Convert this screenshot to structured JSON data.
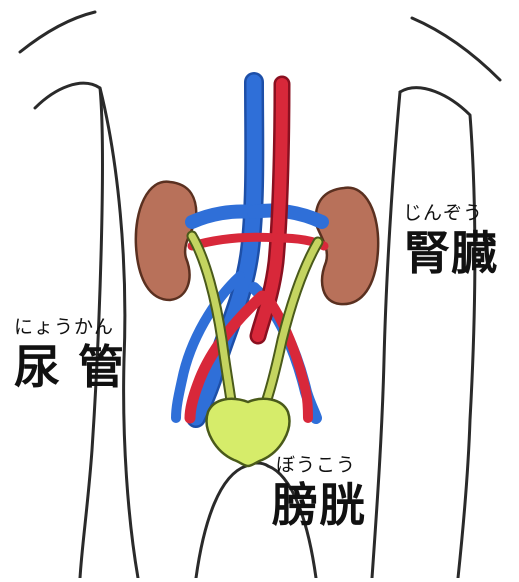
{
  "labels": {
    "kidney": {
      "reading": "じんぞう",
      "text": "腎臓"
    },
    "ureter": {
      "reading": "にょうかん",
      "text": "尿 管"
    },
    "bladder": {
      "reading": "ぼうこう",
      "text": "膀胱"
    }
  },
  "colors": {
    "outline": "#2a2a2a",
    "kidney_fill": "#b8715a",
    "kidney_stroke": "#5a3020",
    "vein": "#2f6fd8",
    "artery": "#d8283a",
    "ureter_fill": "#c4d460",
    "bladder_fill": "#d6ec6a",
    "bladder_stroke": "#4a5a1a"
  }
}
